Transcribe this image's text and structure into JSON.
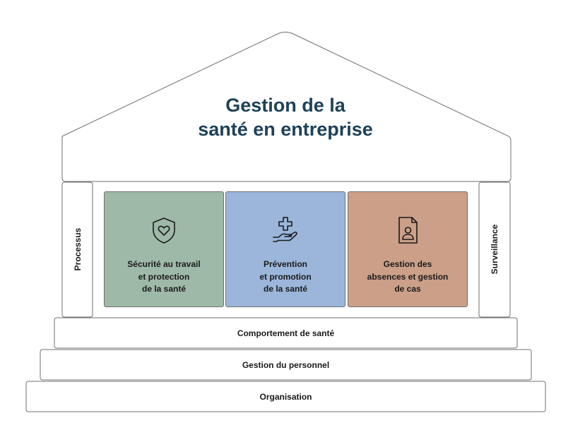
{
  "title": {
    "line1": "Gestion de la",
    "line2": "santé en entreprise"
  },
  "side_labels": {
    "left": "Processus",
    "right": "Surveillance"
  },
  "pillars": [
    {
      "icon": "shield-heart-icon",
      "lines": [
        "Sécurité au travail",
        "et protection",
        "de la santé"
      ],
      "color": "#9fb9a9"
    },
    {
      "icon": "hand-medical-cross-icon",
      "lines": [
        "Prévention",
        "et promotion",
        "de la santé"
      ],
      "color": "#9bb6da"
    },
    {
      "icon": "document-person-icon",
      "lines": [
        "Gestion des",
        "absences et gestion",
        "de cas"
      ],
      "color": "#cb9f88"
    }
  ],
  "foundation": {
    "step1": "Comportement de santé",
    "step2": "Gestion du personnel",
    "step3": "Organisation"
  },
  "colors": {
    "title": "#1e4258",
    "outline": "#6f6f6f"
  }
}
